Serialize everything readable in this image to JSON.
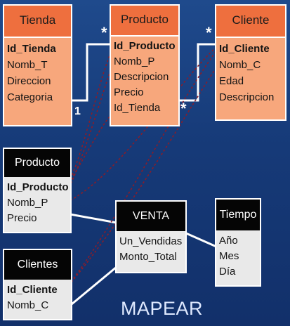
{
  "er_tables": {
    "tienda": {
      "title": "Tienda",
      "fields": [
        "Id_Tienda",
        "Nomb_T",
        "Direccion",
        "Categoria"
      ]
    },
    "producto": {
      "title": "Producto",
      "fields": [
        "Id_Producto",
        "Nomb_P",
        "Descripcion",
        "Precio",
        "Id_Tienda"
      ]
    },
    "cliente": {
      "title": "Cliente",
      "fields": [
        "Id_Cliente",
        "Nomb_C",
        "Edad",
        "Descripcion"
      ]
    }
  },
  "dim_tables": {
    "producto": {
      "title": "Producto",
      "fields": [
        "Id_Producto",
        "Nomb_P",
        "Precio"
      ]
    },
    "clientes": {
      "title": "Clientes",
      "fields": [
        "Id_Cliente",
        "Nomb_C"
      ]
    },
    "venta": {
      "title": "VENTA",
      "fields": [
        "Un_Vendidas",
        "Monto_Total"
      ]
    },
    "tiempo": {
      "title": "Tiempo",
      "fields": [
        "Año",
        "Mes",
        "Día"
      ]
    }
  },
  "cardinality": {
    "tienda_side": "1",
    "producto_left": "*",
    "producto_right": "*",
    "cliente_side": "*"
  },
  "caption": "MAPEAR",
  "colors": {
    "background": "#173a78",
    "er_header": "#ee6f3e",
    "er_body": "#f7a77c",
    "dim_header": "#050505",
    "dim_body": "#e9e9e9",
    "mapping_line": "#8a1d2a"
  }
}
